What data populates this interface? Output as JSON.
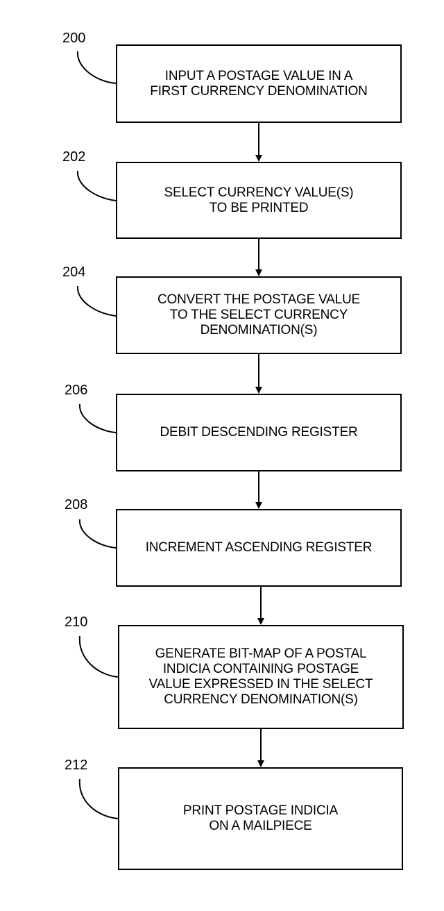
{
  "steps": [
    {
      "ref": "200",
      "text": "INPUT A POSTAGE VALUE IN A\nFIRST CURRENCY DENOMINATION"
    },
    {
      "ref": "202",
      "text": "SELECT CURRENCY VALUE(S)\nTO BE PRINTED"
    },
    {
      "ref": "204",
      "text": "CONVERT THE POSTAGE VALUE\nTO THE SELECT CURRENCY\nDENOMINATION(S)"
    },
    {
      "ref": "206",
      "text": "DEBIT DESCENDING REGISTER"
    },
    {
      "ref": "208",
      "text": "INCREMENT ASCENDING REGISTER"
    },
    {
      "ref": "210",
      "text": "GENERATE BIT-MAP OF A POSTAL\nINDICIA CONTAINING POSTAGE\nVALUE EXPRESSED IN THE SELECT\nCURRENCY DENOMINATION(S)"
    },
    {
      "ref": "212",
      "text": "PRINT POSTAGE INDICIA\nON A MAILPIECE"
    }
  ]
}
